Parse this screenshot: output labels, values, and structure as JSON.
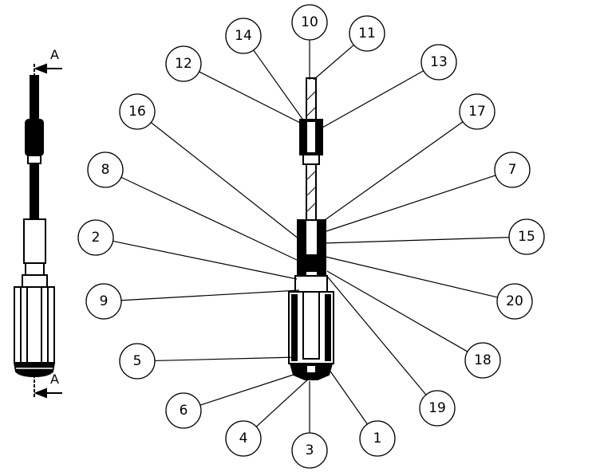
{
  "section_view": {
    "label_top": "A",
    "label_bottom": "A"
  },
  "balloons": [
    {
      "label": "10"
    },
    {
      "label": "14"
    },
    {
      "label": "11"
    },
    {
      "label": "12"
    },
    {
      "label": "13"
    },
    {
      "label": "16"
    },
    {
      "label": "17"
    },
    {
      "label": "8"
    },
    {
      "label": "7"
    },
    {
      "label": "2"
    },
    {
      "label": "15"
    },
    {
      "label": "9"
    },
    {
      "label": "20"
    },
    {
      "label": "18"
    },
    {
      "label": "5"
    },
    {
      "label": "6"
    },
    {
      "label": "19"
    },
    {
      "label": "4"
    },
    {
      "label": "1"
    },
    {
      "label": "3"
    }
  ],
  "colors": {
    "line": "#000000",
    "background": "#ffffff"
  }
}
